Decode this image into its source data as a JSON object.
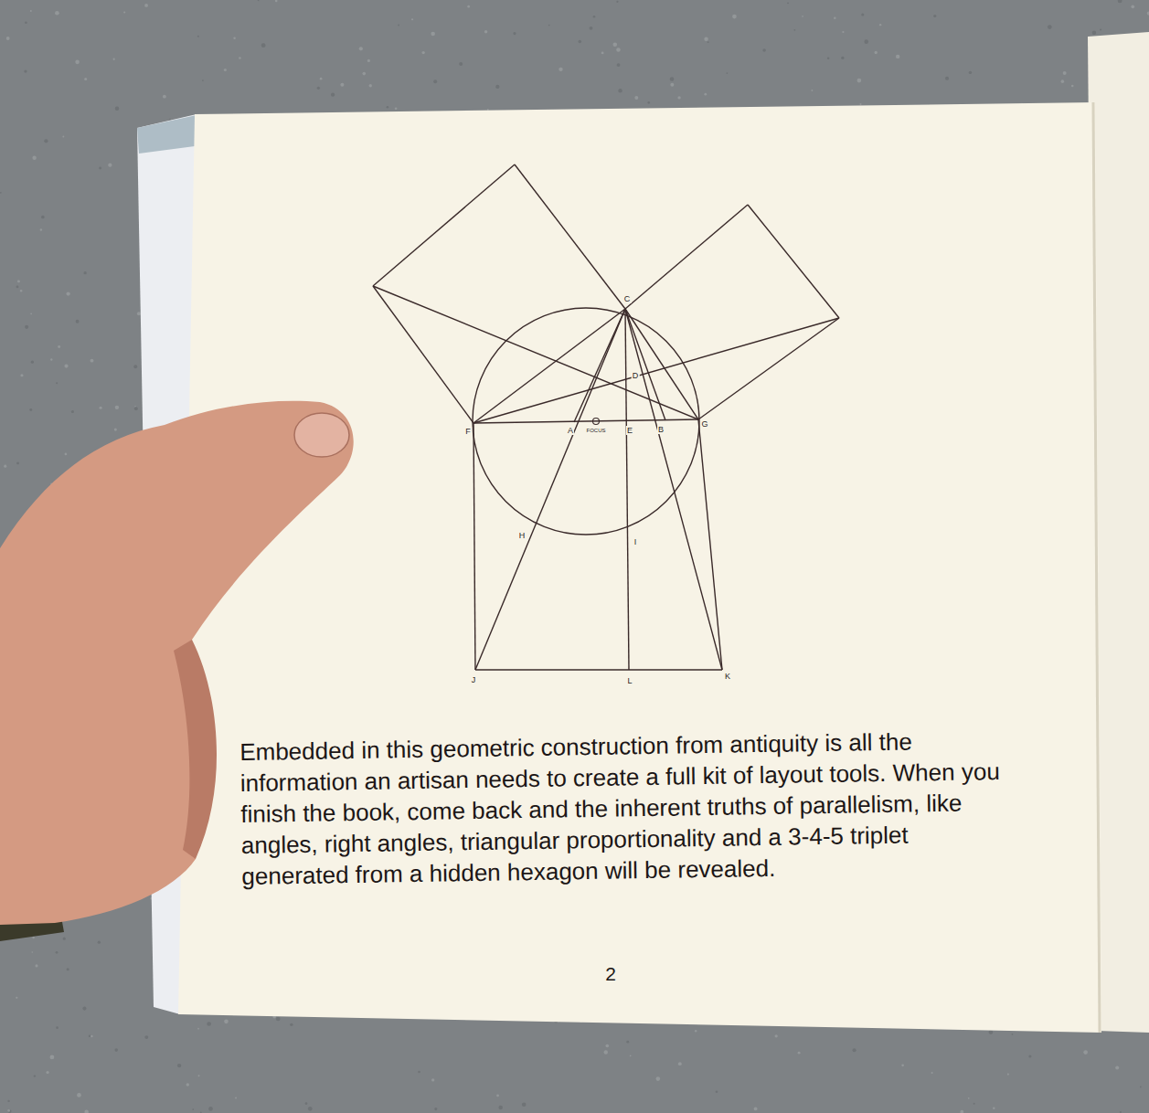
{
  "diagram": {
    "caption": "Embedded in this geometric construction from antiquity is all the information an artisan needs to create a full kit of layout tools. When you finish the book, come back and the inherent truths of parallelism, like angles, right angles, triangular proportionality and a 3-4-5 triplet generated from a hidden hexagon will be revealed.",
    "labels": [
      "C",
      "D",
      "F",
      "A",
      "FOCUS",
      "E",
      "B",
      "G",
      "H",
      "I",
      "J",
      "L",
      "K",
      "2"
    ]
  }
}
